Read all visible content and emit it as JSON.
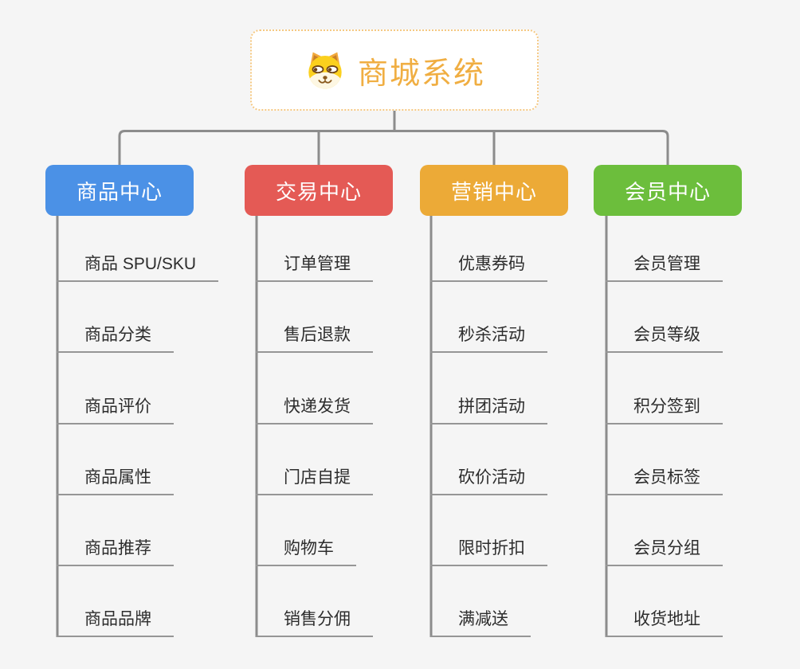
{
  "root": {
    "title": "商城系统",
    "accent": "#f0ae42",
    "border_color": "#f5c882",
    "icon": "doge-icon"
  },
  "connector": {
    "color": "#8c8c8c"
  },
  "underline_color": "#969696",
  "background_color": "#f5f5f5",
  "branches": [
    {
      "label": "商品中心",
      "color": "#4b91e6",
      "children": [
        "商品 SPU/SKU",
        "商品分类",
        "商品评价",
        "商品属性",
        "商品推荐",
        "商品品牌"
      ]
    },
    {
      "label": "交易中心",
      "color": "#e45a55",
      "children": [
        "订单管理",
        "售后退款",
        "快递发货",
        "门店自提",
        "购物车",
        "销售分佣"
      ]
    },
    {
      "label": "营销中心",
      "color": "#ecaa37",
      "children": [
        "优惠券码",
        "秒杀活动",
        "拼团活动",
        "砍价活动",
        "限时折扣",
        "满减送"
      ]
    },
    {
      "label": "会员中心",
      "color": "#6cbe3c",
      "children": [
        "会员管理",
        "会员等级",
        "积分签到",
        "会员标签",
        "会员分组",
        "收货地址"
      ]
    }
  ]
}
